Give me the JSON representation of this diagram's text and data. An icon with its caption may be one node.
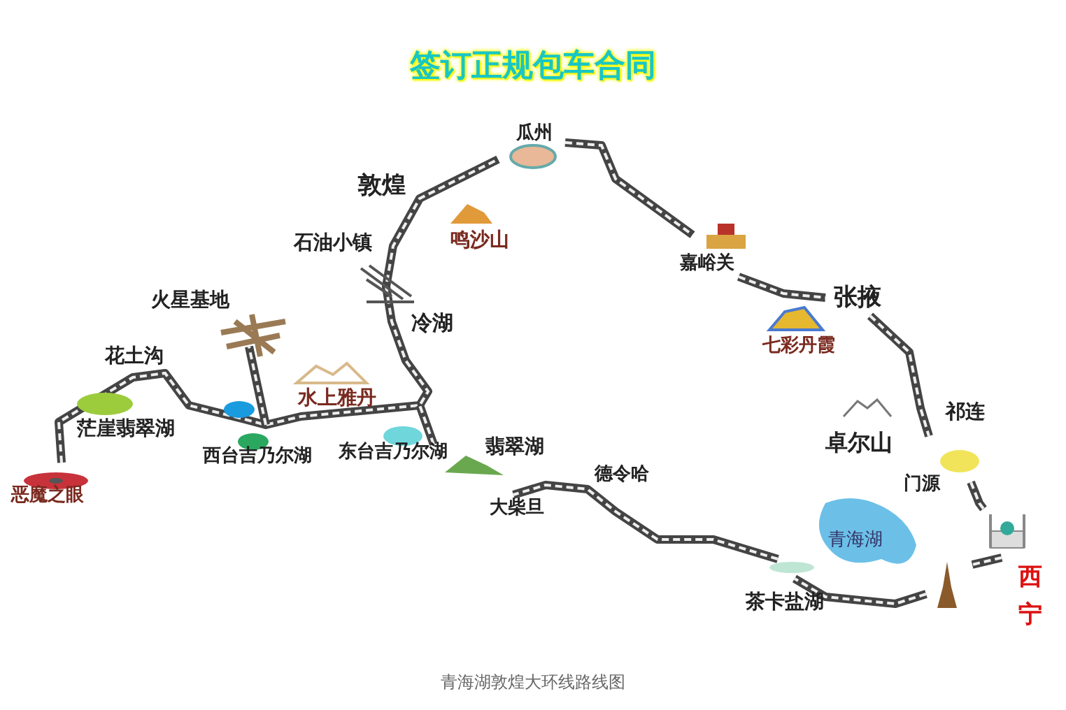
{
  "diagram": {
    "title": "签订正规包车合同",
    "caption": "青海湖敦煌大环线路线图",
    "labels": [
      "瓜州",
      "敦煌",
      "石油小镇",
      "鸣沙山",
      "嘉峪关",
      "火星基地",
      "张掖",
      "冷湖",
      "七彩丹霞",
      "花土沟",
      "水上雅丹",
      "祁连",
      "茫崖翡翠湖",
      "卓尔山",
      "西台吉乃尔湖",
      "东台吉乃尔湖",
      "翡翠湖",
      "德令哈",
      "门源",
      "恶魔之眼",
      "大柴旦",
      "青海湖",
      "西宁",
      "茶卡盐湖"
    ]
  }
}
